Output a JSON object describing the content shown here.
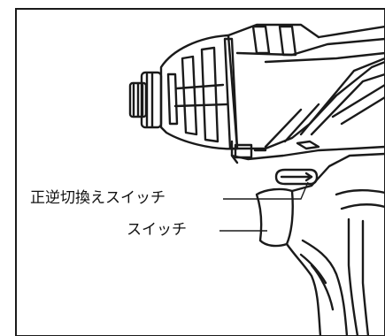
{
  "figure": {
    "subject": "impact-driver",
    "colors": {
      "line": "#1a1a1a",
      "background": "#ffffff"
    }
  },
  "callouts": {
    "direction_switch": "正逆切換えスイッチ",
    "trigger_switch": "スイッチ"
  }
}
